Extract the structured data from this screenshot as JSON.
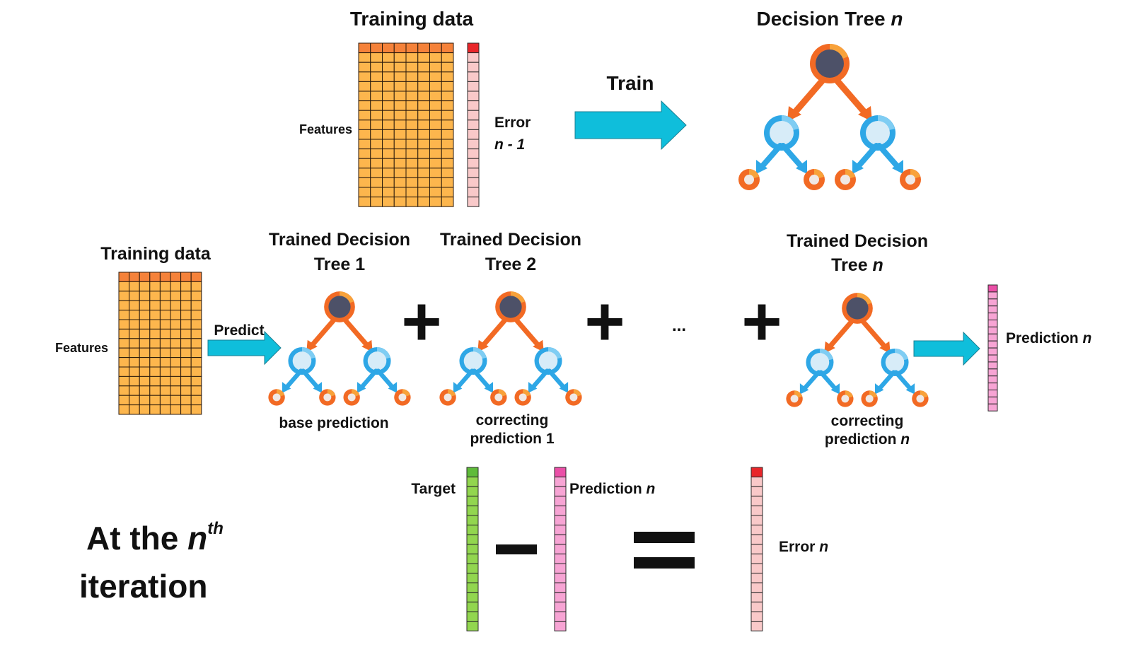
{
  "colors": {
    "features_cell": "#fdb64d",
    "features_header": "#f5823a",
    "error_cell": "#f9c9c9",
    "error_top": "#e8262a",
    "target_cell": "#92d64f",
    "target_top": "#5fbb3a",
    "prediction_cell": "#f7a4d4",
    "prediction_top": "#ea4fa7",
    "arrow": "#0fbedb",
    "tree_orange": "#f26a24",
    "tree_blue": "#2ea7e6",
    "tree_node_dark": "#4d5168",
    "tree_node_light": "#d7ecf8"
  },
  "top": {
    "training_title": "Training data",
    "features_label": "Features",
    "error_label_line1": "Error",
    "error_label_line2": "n - 1",
    "train_label": "Train",
    "tree_title_prefix": "Decision Tree ",
    "tree_title_n": "n"
  },
  "middle": {
    "training_title": "Training data",
    "features_label": "Features",
    "predict_label": "Predict",
    "tree1_title_line1": "Trained Decision",
    "tree1_title_line2": "Tree 1",
    "tree1_caption": "base prediction",
    "tree2_title_line1": "Trained Decision",
    "tree2_title_line2": "Tree 2",
    "tree2_caption_line1": "correcting",
    "tree2_caption_line2": "prediction 1",
    "ellipsis": "...",
    "treen_title_line1": "Trained Decision",
    "treen_title_line2_prefix": "Tree ",
    "treen_title_line2_n": "n",
    "treen_caption_line1": "correcting",
    "treen_caption_line2_prefix": "prediction ",
    "treen_caption_line2_n": "n",
    "prediction_label_prefix": "Prediction ",
    "prediction_label_n": "n",
    "plus_symbol": "+"
  },
  "bottom": {
    "iteration_line1_prefix": "At the ",
    "iteration_line1_n": "n",
    "iteration_line1_sup": "th",
    "iteration_line2": "iteration",
    "target_label": "Target",
    "prediction_label_prefix": "Prediction ",
    "prediction_label_n": "n",
    "error_label_prefix": "Error ",
    "error_label_n": "n",
    "minus_symbol": "−",
    "equals_symbol": "="
  }
}
